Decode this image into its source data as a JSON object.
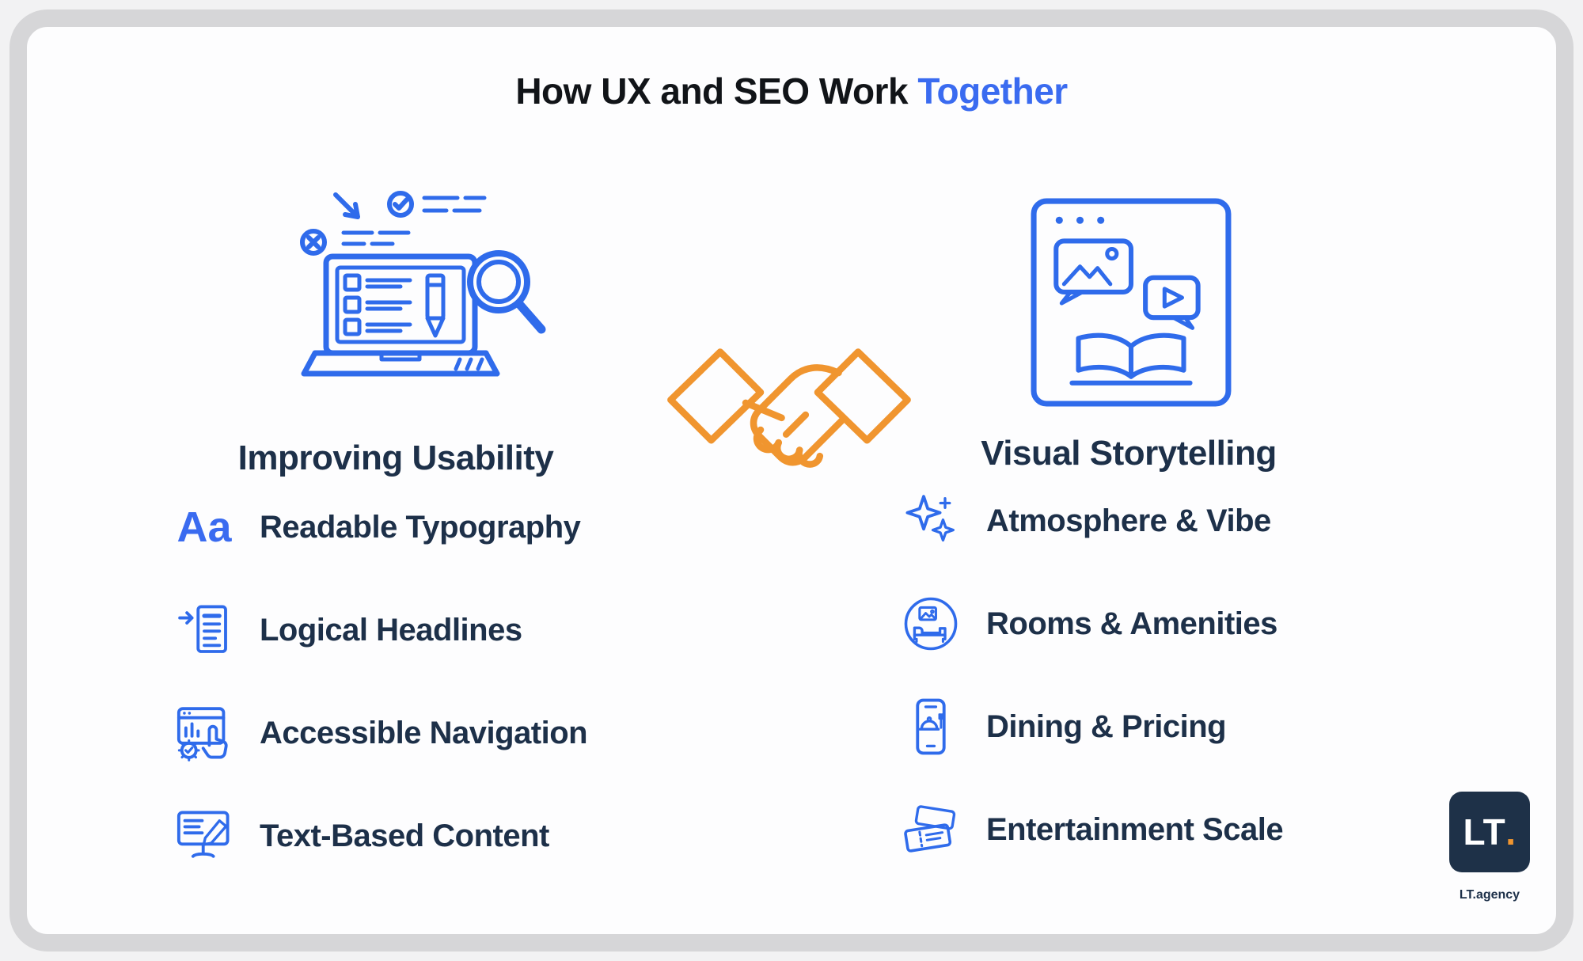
{
  "title": {
    "main": "How UX and SEO Work",
    "accent": "Together"
  },
  "colors": {
    "accent_blue": "#3A6BF0",
    "line_blue": "#2F6BEB",
    "navy": "#1D3049",
    "orange": "#F0952F",
    "frame_gray": "#D6D6D8",
    "background": "#FDFDFE"
  },
  "center": {
    "icon": "handshake-icon"
  },
  "left": {
    "illustration": "seo-checklist-laptop-illustration",
    "heading": "Improving Usability",
    "items": [
      {
        "icon": "typography-aa-icon",
        "icon_text": "Aa",
        "label": "Readable Typography"
      },
      {
        "icon": "document-arrow-icon",
        "label": "Logical Headlines"
      },
      {
        "icon": "browser-gear-hand-icon",
        "label": "Accessible Navigation"
      },
      {
        "icon": "monitor-pencil-icon",
        "label": "Text-Based Content"
      }
    ]
  },
  "right": {
    "illustration": "browser-media-book-illustration",
    "heading": "Visual Storytelling",
    "items": [
      {
        "icon": "sparkles-icon",
        "label": "Atmosphere & Vibe"
      },
      {
        "icon": "room-bed-icon",
        "label": "Rooms & Amenities"
      },
      {
        "icon": "phone-dining-icon",
        "label": "Dining & Pricing"
      },
      {
        "icon": "tickets-icon",
        "label": "Entertainment Scale"
      }
    ]
  },
  "logo": {
    "text_main": "LT",
    "text_dot": ".",
    "caption": "LT.agency"
  }
}
